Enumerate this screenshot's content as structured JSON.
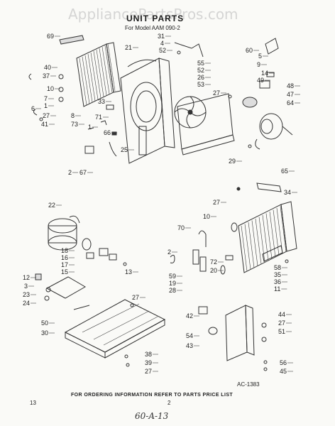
{
  "watermark": "AppliancePartsPros.com",
  "header": {
    "title": "UNIT PARTS",
    "subtitle": "For Model AAM 090-2"
  },
  "figure_code": "AC-1383",
  "footer": {
    "ordering_note": "FOR ORDERING INFORMATION REFER TO PARTS PRICE LIST",
    "page_number": "2",
    "corner_mark": "13",
    "handwritten_code": "60-A-13"
  },
  "callouts": [
    "69",
    "40",
    "37",
    "10",
    "7",
    "1",
    "6",
    "27",
    "41",
    "8",
    "73",
    "21",
    "31",
    "4",
    "52",
    "33",
    "71",
    "66",
    "25",
    "1",
    "2",
    "67",
    "55",
    "52",
    "26",
    "53",
    "27",
    "29",
    "60",
    "5",
    "9",
    "14",
    "49",
    "48",
    "47",
    "64",
    "65",
    "27",
    "34",
    "10",
    "70",
    "72",
    "20",
    "58",
    "35",
    "36",
    "11",
    "2",
    "59",
    "19",
    "28",
    "22",
    "18",
    "16",
    "17",
    "15",
    "13",
    "12",
    "3",
    "23",
    "24",
    "50",
    "30",
    "27",
    "38",
    "39",
    "27",
    "42",
    "54",
    "43",
    "44",
    "27",
    "51",
    "56",
    "45"
  ]
}
